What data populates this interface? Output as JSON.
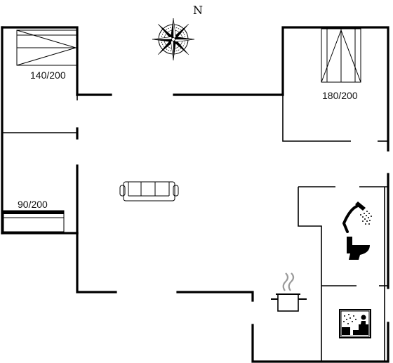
{
  "compass": {
    "north_label": "N"
  },
  "beds": {
    "top_left": "140/200",
    "top_right": "180/200",
    "left_middle": "90/200"
  },
  "icons": {
    "compass": "compass-rose-icon",
    "sofa": "sofa-icon",
    "shower": "shower-icon",
    "toilet": "toilet-icon",
    "cooking_pot": "cooking-pot-icon",
    "sauna": "sauna-icon"
  }
}
